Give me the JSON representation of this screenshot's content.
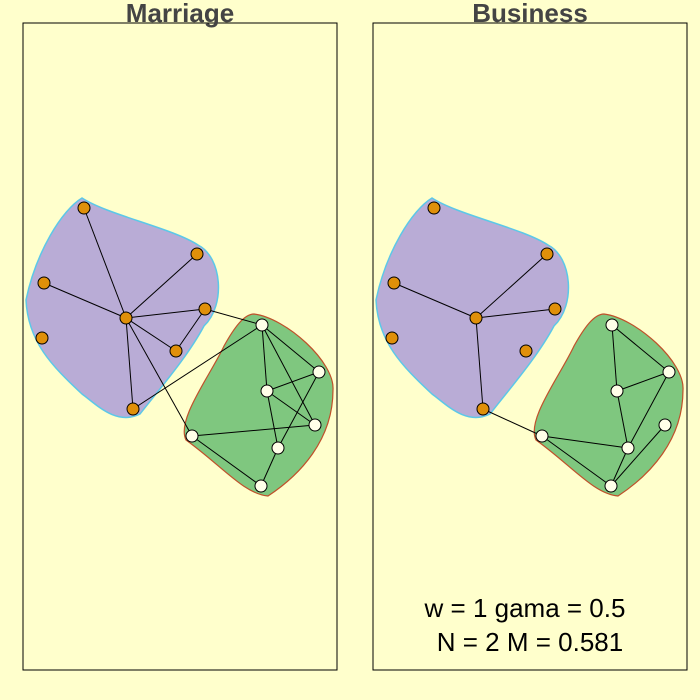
{
  "colors": {
    "background": "#ffffcc",
    "panel_border": "#000000",
    "hull_purple_fill": "#b9acd6",
    "hull_purple_stroke": "#5cc8e8",
    "hull_green_fill": "#7fc77f",
    "hull_green_stroke": "#c0502a",
    "node_orange": "#e0900a",
    "node_white": "#ffffe8",
    "title_text": "#444444"
  },
  "panels": [
    {
      "title": "Marriage",
      "edge_list_name": "marriage"
    },
    {
      "title": "Business",
      "edge_list_name": "business"
    }
  ],
  "nodes": [
    {
      "id": 0,
      "group": "orange"
    },
    {
      "id": 1,
      "group": "orange"
    },
    {
      "id": 2,
      "group": "orange"
    },
    {
      "id": 3,
      "group": "orange"
    },
    {
      "id": 4,
      "group": "orange"
    },
    {
      "id": 5,
      "group": "orange"
    },
    {
      "id": 6,
      "group": "orange"
    },
    {
      "id": 7,
      "group": "orange"
    },
    {
      "id": 8,
      "group": "orange"
    },
    {
      "id": 9,
      "group": "white"
    },
    {
      "id": 10,
      "group": "white"
    },
    {
      "id": 11,
      "group": "white"
    },
    {
      "id": 12,
      "group": "white"
    },
    {
      "id": 13,
      "group": "white"
    },
    {
      "id": 14,
      "group": "white"
    },
    {
      "id": 15,
      "group": "white"
    }
  ],
  "edges": {
    "marriage": [
      [
        0,
        4
      ],
      [
        1,
        4
      ],
      [
        2,
        4
      ],
      [
        4,
        5
      ],
      [
        4,
        6
      ],
      [
        4,
        7
      ],
      [
        5,
        6
      ],
      [
        5,
        9
      ],
      [
        7,
        8
      ],
      [
        7,
        9
      ],
      [
        4,
        14
      ],
      [
        9,
        10
      ],
      [
        9,
        11
      ],
      [
        9,
        13
      ],
      [
        10,
        11
      ],
      [
        10,
        12
      ],
      [
        11,
        12
      ],
      [
        11,
        13
      ],
      [
        13,
        14
      ],
      [
        14,
        15
      ],
      [
        12,
        15
      ]
    ],
    "business": [
      [
        1,
        4
      ],
      [
        2,
        4
      ],
      [
        4,
        5
      ],
      [
        4,
        8
      ],
      [
        8,
        14
      ],
      [
        9,
        10
      ],
      [
        9,
        11
      ],
      [
        10,
        11
      ],
      [
        10,
        12
      ],
      [
        11,
        12
      ],
      [
        12,
        14
      ],
      [
        13,
        15
      ],
      [
        14,
        15
      ],
      [
        12,
        15
      ]
    ]
  },
  "annotation": {
    "line1": "w = 1 gama = 0.5",
    "line2": "N = 2 M = 0.581"
  }
}
